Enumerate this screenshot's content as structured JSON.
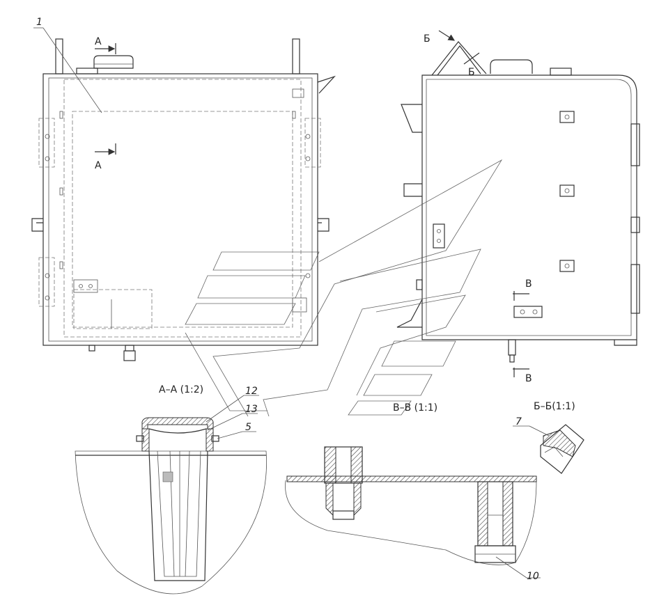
{
  "section_marks": {
    "a": "А",
    "b": "Б",
    "v": "В"
  },
  "section_titles": {
    "aa": "А–А (1:2)",
    "vv": "В–В (1:1)",
    "bb": "Б–Б(1:1)"
  },
  "callouts": {
    "c1": "1",
    "c5": "5",
    "c7": "7",
    "c10": "10",
    "c12": "12",
    "c13": "13"
  }
}
